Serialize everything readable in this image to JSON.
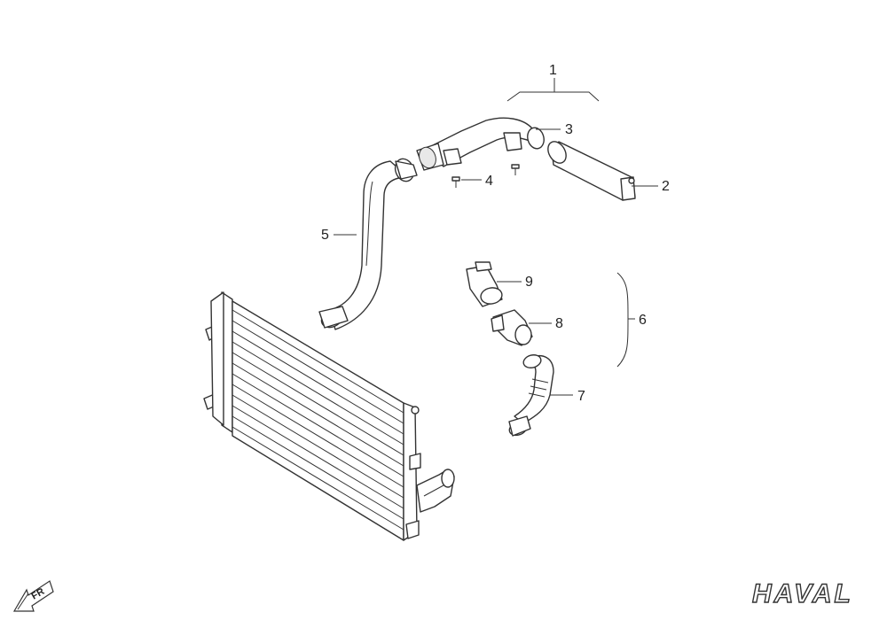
{
  "callouts": {
    "p1": "1",
    "p2": "2",
    "p3": "3",
    "p4": "4",
    "p5": "5",
    "p6": "6",
    "p7": "7",
    "p8": "8",
    "p9": "9"
  },
  "orientation": {
    "label": "FR"
  },
  "brand": {
    "name": "HAVAL"
  }
}
